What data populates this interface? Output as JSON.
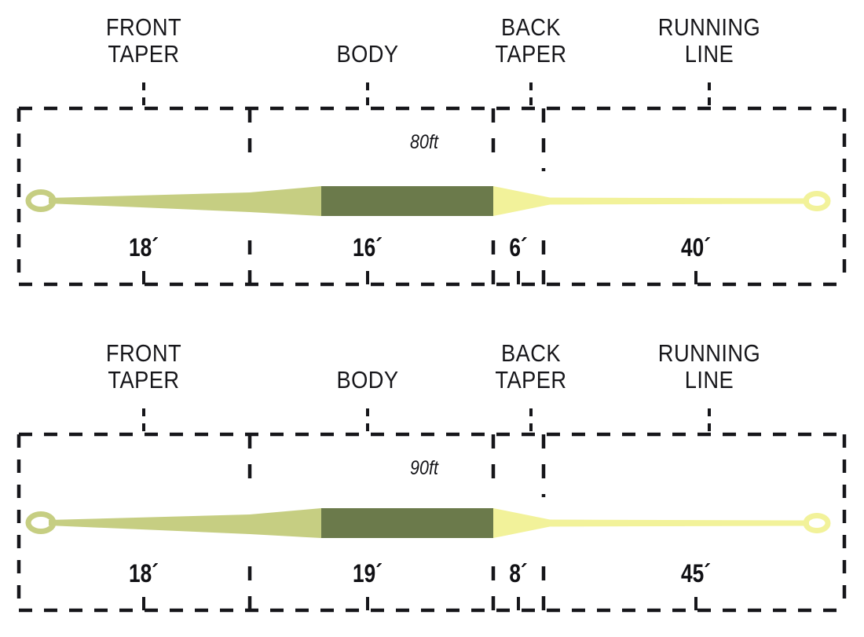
{
  "colors": {
    "background": "#ffffff",
    "ink": "#16161a",
    "front_taper": "#c6ce82",
    "body": "#6b7a4b",
    "back_taper": "#f2f29a",
    "running_line": "#f2f29a",
    "loop_front": "#c6ce82",
    "loop_rear": "#f2f29a"
  },
  "diagrams": [
    {
      "id": "wf-80",
      "total_length": "80ft",
      "segments": [
        {
          "key": "front-taper",
          "label": "FRONT\nTAPER",
          "length": "18´"
        },
        {
          "key": "body",
          "label": "BODY",
          "length": "16´"
        },
        {
          "key": "back-taper",
          "label": "BACK\nTAPER",
          "length": "6´"
        },
        {
          "key": "running-line",
          "label": "RUNNING\nLINE",
          "length": "40´"
        }
      ]
    },
    {
      "id": "wf-90",
      "total_length": "90ft",
      "segments": [
        {
          "key": "front-taper",
          "label": "FRONT\nTAPER",
          "length": "18´"
        },
        {
          "key": "body",
          "label": "BODY",
          "length": "19´"
        },
        {
          "key": "back-taper",
          "label": "BACK\nTAPER",
          "length": "8´"
        },
        {
          "key": "running-line",
          "label": "RUNNING\nLINE",
          "length": "45´"
        }
      ]
    }
  ]
}
